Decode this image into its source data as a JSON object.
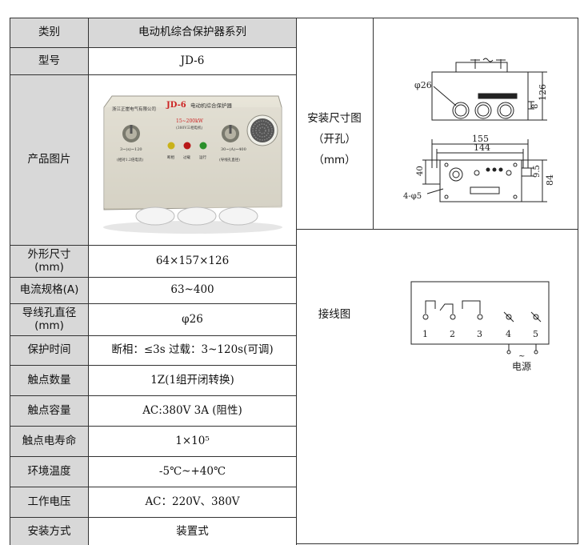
{
  "table": {
    "rows": [
      {
        "label": "类别",
        "value": "电动机综合保护器系列"
      },
      {
        "label": "型号",
        "value": "JD-6"
      },
      {
        "label": "产品图片",
        "value": ""
      },
      {
        "label": "外形尺寸(mm)",
        "value": "64×157×126"
      },
      {
        "label": "电流规格(A)",
        "value": "63~400"
      },
      {
        "label": "导线孔直径(mm)",
        "value": "φ26"
      },
      {
        "label": "保护时间",
        "value": "断相：≤3s 过载：3~120s(可调)"
      },
      {
        "label": "触点数量",
        "value": "1Z(1组开闭转换)"
      },
      {
        "label": "触点容量",
        "value": "AC:380V 3A (阻性)"
      },
      {
        "label": "触点电寿命",
        "value": "1×10⁵"
      },
      {
        "label": "环境温度",
        "value": "-5℃~+40℃"
      },
      {
        "label": "工作电压",
        "value": "AC：220V、380V"
      },
      {
        "label": "安装方式",
        "value": "装置式"
      }
    ],
    "label_line1": {
      "2": "外形尺寸",
      "4": "导线孔直径"
    },
    "label_line2": {
      "2": "(mm)",
      "4": "(mm)"
    }
  },
  "product": {
    "model_text": "JD-6",
    "title_text": "电动机综合保护器",
    "company_text": "浙江正崖电气有限公司",
    "range_text": "15~200kW",
    "voltage_text": "(380V三相电机)",
    "left_knob_text": "3~(s)~120",
    "left_knob_note": "(相对1.2倍电流)",
    "right_knob_text": "30~(A)~400",
    "right_knob_note": "(导线孔直径)",
    "led_labels": [
      "断相",
      "过载",
      "运行"
    ],
    "led_colors": [
      "#c9b21a",
      "#b81818",
      "#2a8f2a"
    ],
    "body_color": "#dcd9cc"
  },
  "mounting": {
    "title": "安装尺寸图",
    "subtitle": "（开孔）",
    "unit": "（mm）",
    "dims": {
      "hole_dia": "φ26",
      "height": "126",
      "small": "8",
      "width_outer": "155",
      "width_inner": "144",
      "left_h": "40",
      "r_small": "9.5",
      "r_large": "84",
      "holes": "4-φ5"
    }
  },
  "wiring": {
    "title": "接线图",
    "terminals": [
      "1",
      "2",
      "3",
      "4",
      "5"
    ],
    "power_label": "电源",
    "ac_symbol": "~"
  }
}
